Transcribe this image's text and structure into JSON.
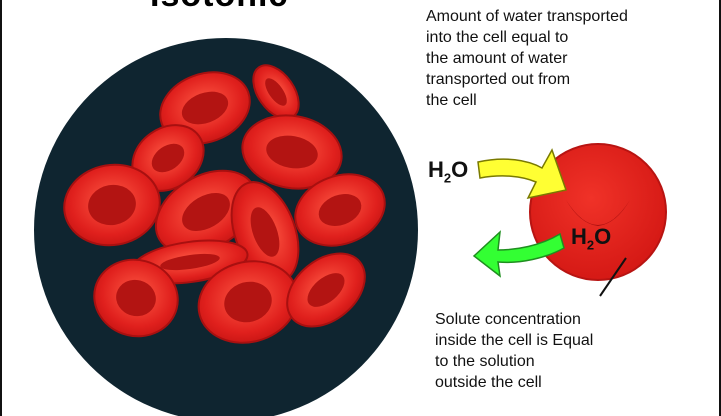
{
  "title": "Isotonic",
  "text_top": "Amount of water transported\ninto the cell equal to\nthe amount of water\ntransported out from\nthe cell",
  "text_bottom": "Solute concentration\ninside the cell is Equal\nto the solution\noutside the cell",
  "label_water": {
    "base": "H",
    "sub": "2",
    "rest": "O"
  },
  "colors": {
    "dish": "#0f2530",
    "cell": "#e0201d",
    "cell_dark": "#a81010",
    "arrow_in": "#ffff33",
    "arrow_out": "#33ff33"
  }
}
